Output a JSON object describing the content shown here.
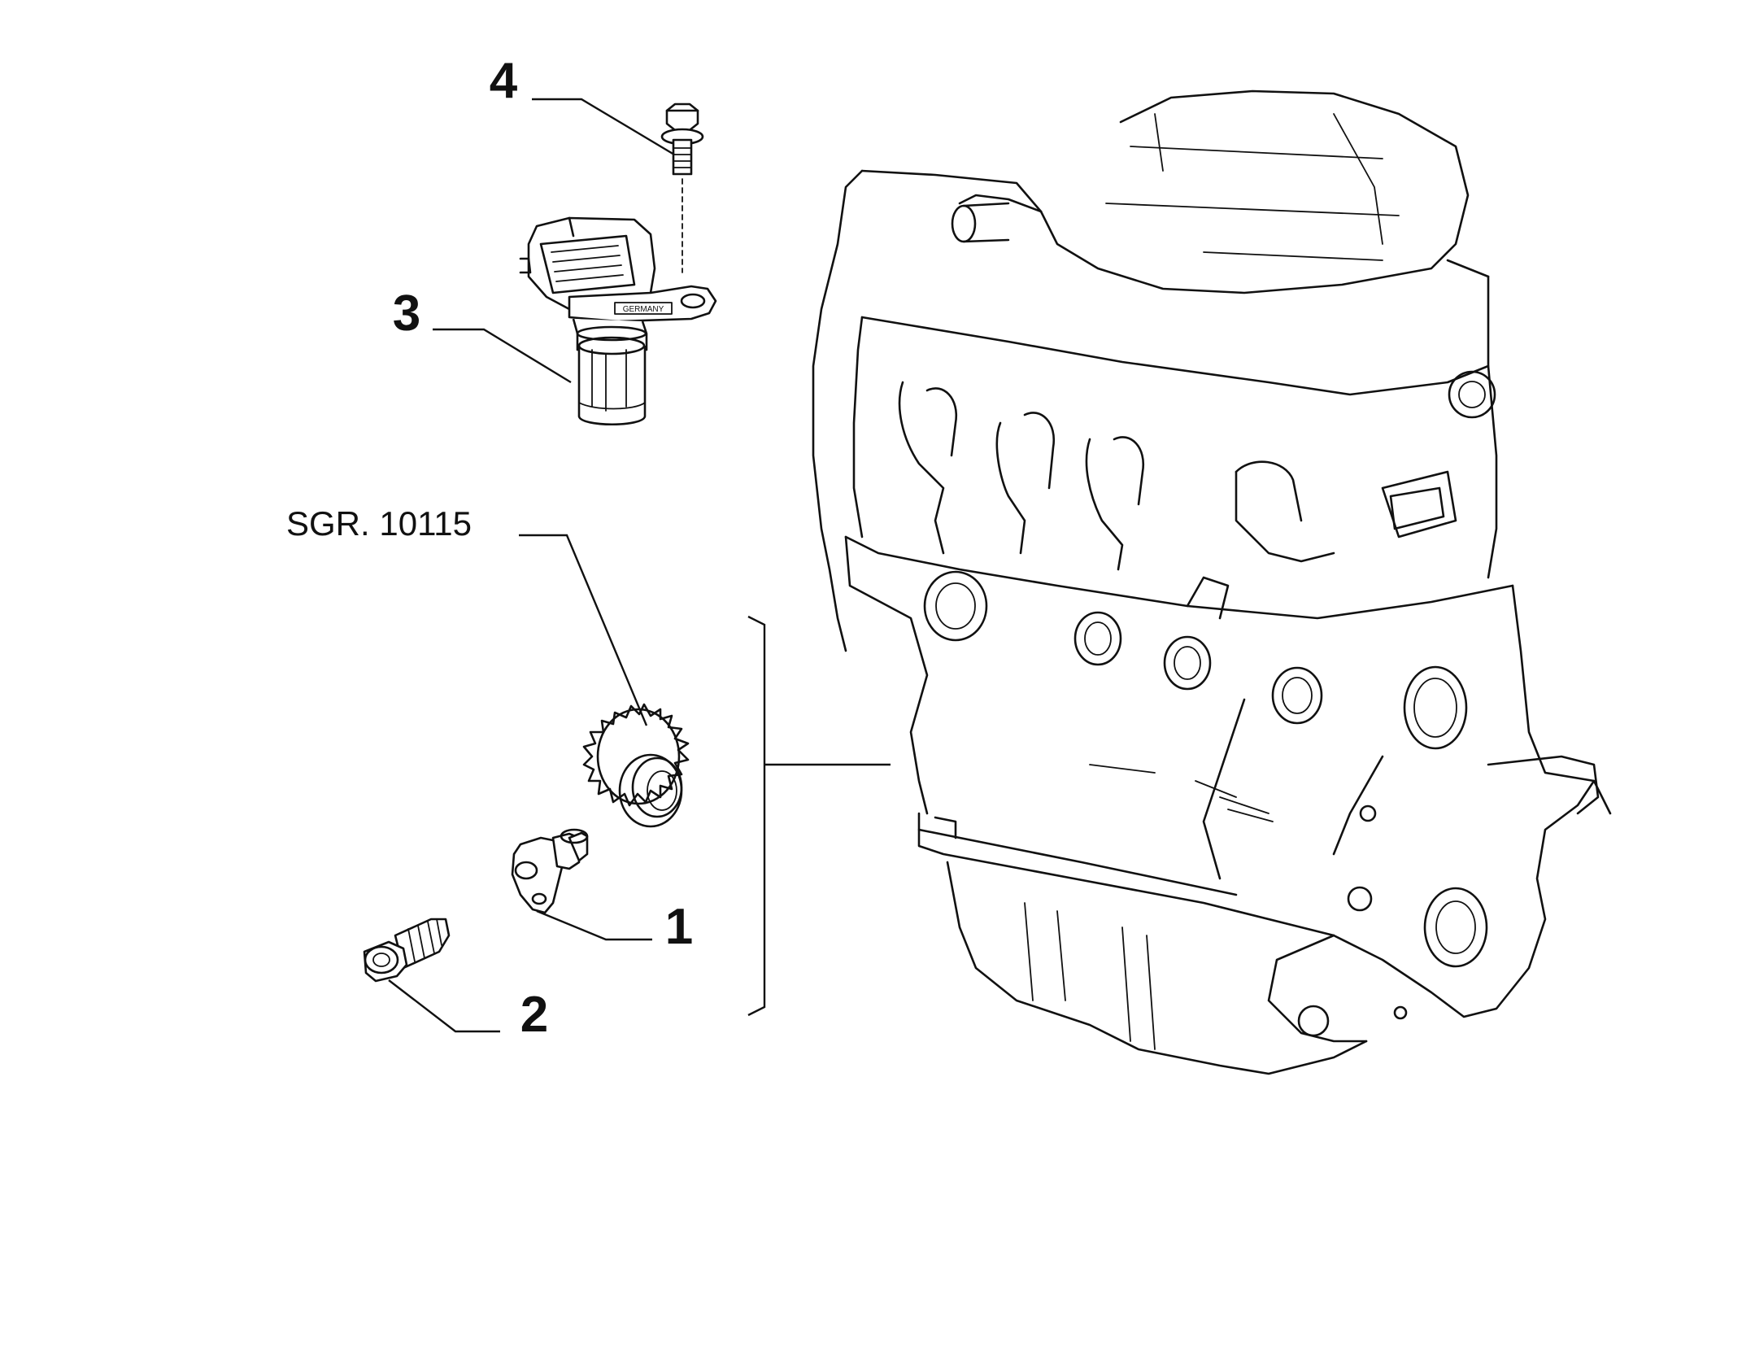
{
  "callouts": [
    {
      "id": "1",
      "label": "1"
    },
    {
      "id": "2",
      "label": "2"
    },
    {
      "id": "3",
      "label": "3"
    },
    {
      "id": "4",
      "label": "4"
    }
  ],
  "reference": {
    "label": "SGR. 10115"
  },
  "sensor_marking": "GERMANY"
}
